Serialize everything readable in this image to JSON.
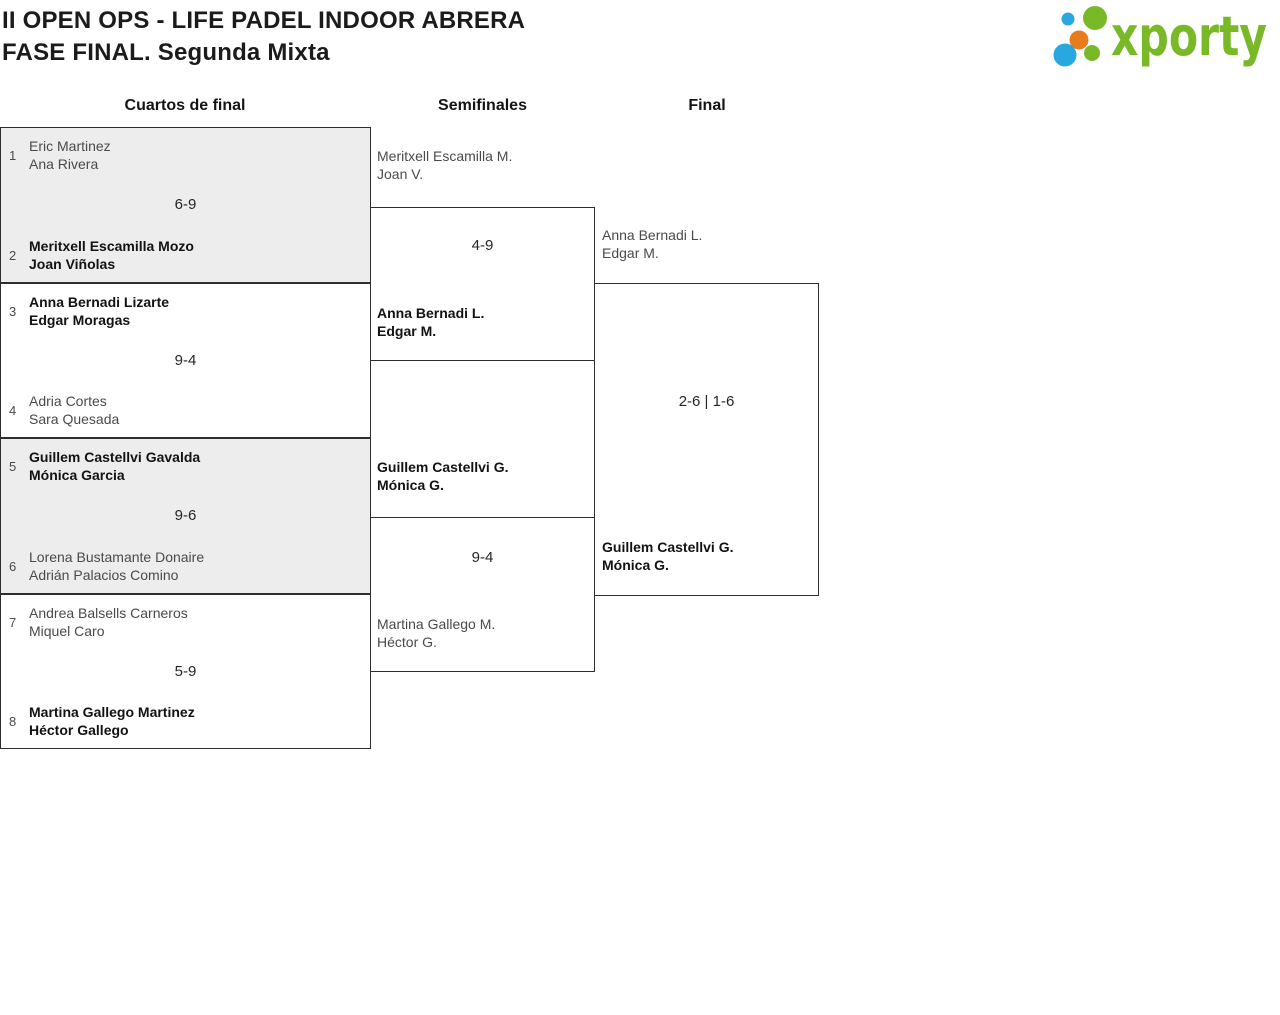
{
  "page": {
    "title_line1": "II OPEN OPS - LIFE PADEL INDOOR ABRERA",
    "title_line2": "FASE FINAL. Segunda Mixta"
  },
  "logo": {
    "text": "xporty",
    "green": "#79b928",
    "blue": "#29a8e0",
    "orange": "#e87c1b"
  },
  "round_headers": {
    "quarterfinals": "Cuartos de final",
    "semifinals": "Semifinales",
    "final": "Final"
  },
  "colors": {
    "winner_text": "#121212",
    "loser_text": "#4a4a4a",
    "block_background": "#ededed",
    "border": "#2e2e2e"
  },
  "bracket": {
    "quarterfinals": [
      {
        "seed_a": "1",
        "team_a_p1": "Eric Martinez",
        "team_a_p2": "Ana Rivera",
        "score": "6-9",
        "seed_b": "2",
        "team_b_p1": "Meritxell Escamilla Mozo",
        "team_b_p2": "Joan Viñolas",
        "winner": "b"
      },
      {
        "seed_a": "3",
        "team_a_p1": "Anna Bernadi Lizarte",
        "team_a_p2": "Edgar Moragas",
        "score": "9-4",
        "seed_b": "4",
        "team_b_p1": "Adria Cortes",
        "team_b_p2": "Sara Quesada",
        "winner": "a"
      },
      {
        "seed_a": "5",
        "team_a_p1": "Guillem Castellvi Gavalda",
        "team_a_p2": "Mónica Garcia",
        "score": "9-6",
        "seed_b": "6",
        "team_b_p1": "Lorena Bustamante Donaire",
        "team_b_p2": "Adrián Palacios Comino",
        "winner": "a"
      },
      {
        "seed_a": "7",
        "team_a_p1": "Andrea Balsells Carneros",
        "team_a_p2": "Miquel Caro",
        "score": "5-9",
        "seed_b": "8",
        "team_b_p1": "Martina Gallego Martinez",
        "team_b_p2": "Héctor Gallego",
        "winner": "b"
      }
    ],
    "semifinals": [
      {
        "team_a_p1": "Meritxell Escamilla M.",
        "team_a_p2": "Joan V.",
        "score": "4-9",
        "team_b_p1": "Anna Bernadi L.",
        "team_b_p2": "Edgar M.",
        "winner": "b"
      },
      {
        "team_a_p1": "Guillem Castellvi G.",
        "team_a_p2": "Mónica G.",
        "score": "9-4",
        "team_b_p1": "Martina Gallego M.",
        "team_b_p2": "Héctor G.",
        "winner": "a"
      }
    ],
    "final": {
      "team_a_p1": "Anna Bernadi L.",
      "team_a_p2": "Edgar M.",
      "score": "2-6 | 1-6",
      "team_b_p1": "Guillem Castellvi G.",
      "team_b_p2": "Mónica G.",
      "winner": "b"
    }
  }
}
